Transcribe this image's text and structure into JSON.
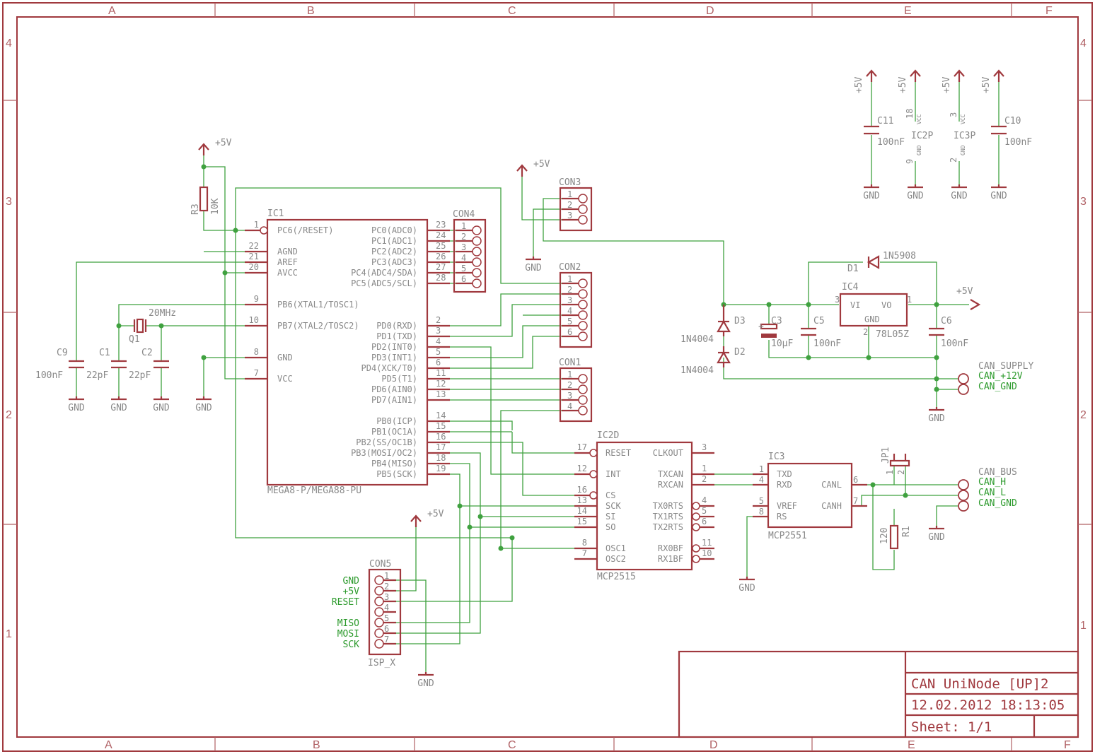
{
  "sheet": {
    "col_labels": [
      "A",
      "B",
      "C",
      "D",
      "E",
      "F"
    ],
    "row_labels": [
      "4",
      "3",
      "2",
      "1"
    ]
  },
  "title_block": {
    "title": "CAN UniNode [UP]2",
    "date": "12.02.2012 18:13:05",
    "sheet_label": "Sheet:",
    "sheet_value": "1/1"
  },
  "ic1": {
    "name": "IC1",
    "value": "MEGA8-P/MEGA88-PU",
    "left_pins": [
      {
        "num": "1",
        "label": "PC6(/RESET)"
      },
      {
        "num": "22",
        "label": "AGND"
      },
      {
        "num": "21",
        "label": "AREF"
      },
      {
        "num": "20",
        "label": "AVCC"
      },
      {
        "num": "9",
        "label": "PB6(XTAL1/TOSC1)"
      },
      {
        "num": "10",
        "label": "PB7(XTAL2/TOSC2)"
      },
      {
        "num": "8",
        "label": "GND"
      },
      {
        "num": "7",
        "label": "VCC"
      }
    ],
    "right_pins": [
      {
        "num": "23",
        "label": "PC0(ADC0)"
      },
      {
        "num": "24",
        "label": "PC1(ADC1)"
      },
      {
        "num": "25",
        "label": "PC2(ADC2)"
      },
      {
        "num": "26",
        "label": "PC3(ADC3)"
      },
      {
        "num": "27",
        "label": "PC4(ADC4/SDA)"
      },
      {
        "num": "28",
        "label": "PC5(ADC5/SCL)"
      },
      {
        "num": "2",
        "label": "PD0(RXD)"
      },
      {
        "num": "3",
        "label": "PD1(TXD)"
      },
      {
        "num": "4",
        "label": "PD2(INT0)"
      },
      {
        "num": "5",
        "label": "PD3(INT1)"
      },
      {
        "num": "6",
        "label": "PD4(XCK/T0)"
      },
      {
        "num": "11",
        "label": "PD5(T1)"
      },
      {
        "num": "12",
        "label": "PD6(AIN0)"
      },
      {
        "num": "13",
        "label": "PD7(AIN1)"
      },
      {
        "num": "14",
        "label": "PB0(ICP)"
      },
      {
        "num": "15",
        "label": "PB1(OC1A)"
      },
      {
        "num": "16",
        "label": "PB2(SS/OC1B)"
      },
      {
        "num": "17",
        "label": "PB3(MOSI/OC2)"
      },
      {
        "num": "18",
        "label": "PB4(MISO)"
      },
      {
        "num": "19",
        "label": "PB5(SCK)"
      }
    ]
  },
  "ic2": {
    "name": "IC2D",
    "value": "MCP2515",
    "left_pins": [
      {
        "num": "17",
        "label": "RESET"
      },
      {
        "num": "12",
        "label": "INT"
      },
      {
        "num": "16",
        "label": "CS"
      },
      {
        "num": "13",
        "label": "SCK"
      },
      {
        "num": "14",
        "label": "SI"
      },
      {
        "num": "15",
        "label": "SO"
      },
      {
        "num": "8",
        "label": "OSC1"
      },
      {
        "num": "7",
        "label": "OSC2"
      }
    ],
    "right_pins": [
      {
        "num": "3",
        "label": "CLKOUT"
      },
      {
        "num": "1",
        "label": "TXCAN"
      },
      {
        "num": "2",
        "label": "RXCAN"
      },
      {
        "num": "4",
        "label": "TX0RTS"
      },
      {
        "num": "5",
        "label": "TX1RTS"
      },
      {
        "num": "6",
        "label": "TX2RTS"
      },
      {
        "num": "11",
        "label": "RX0BF"
      },
      {
        "num": "10",
        "label": "RX1BF"
      }
    ]
  },
  "ic3": {
    "name": "IC3",
    "value": "MCP2551",
    "left_pins": [
      {
        "num": "1",
        "label": "TXD"
      },
      {
        "num": "4",
        "label": "RXD"
      },
      {
        "num": "5",
        "label": "VREF"
      },
      {
        "num": "8",
        "label": "RS"
      }
    ],
    "right_pins": [
      {
        "num": "6",
        "label": "CANL"
      },
      {
        "num": "7",
        "label": "CANH"
      }
    ]
  },
  "ic4": {
    "name": "IC4",
    "value": "78L05Z",
    "vi": "VI",
    "vo": "VO",
    "gnd": "GND",
    "pin_vi": "3",
    "pin_vo": "1",
    "pin_gnd": "2"
  },
  "power_parts": {
    "ic2p": {
      "name": "IC2P",
      "vcc_pin": "18",
      "gnd_pin": "9",
      "vcc": "VCC",
      "gnd": "GND"
    },
    "ic3p": {
      "name": "IC3P",
      "vcc_pin": "3",
      "gnd_pin": "2",
      "vcc": "VCC",
      "gnd": "GND"
    }
  },
  "connectors": {
    "con1": {
      "name": "CON1",
      "pins": [
        "1",
        "2",
        "3",
        "4"
      ]
    },
    "con2": {
      "name": "CON2",
      "pins": [
        "1",
        "2",
        "3",
        "4",
        "5",
        "6"
      ]
    },
    "con3": {
      "name": "CON3",
      "pins": [
        "1",
        "2",
        "3"
      ]
    },
    "con4": {
      "name": "CON4",
      "pins": [
        "1",
        "2",
        "3",
        "4",
        "5",
        "6"
      ]
    },
    "con5": {
      "name": "CON5",
      "value": "ISP_X",
      "pins": [
        "1",
        "2",
        "3",
        "4",
        "5",
        "6",
        "7"
      ],
      "signals": [
        "GND",
        "+5V",
        "RESET",
        "",
        "MISO",
        "MOSI",
        "SCK"
      ]
    }
  },
  "passives": {
    "c1": {
      "name": "C1",
      "value": "22pF"
    },
    "c2": {
      "name": "C2",
      "value": "22pF"
    },
    "c3": {
      "name": "C3",
      "value": "10µF"
    },
    "c5": {
      "name": "C5",
      "value": "100nF"
    },
    "c6": {
      "name": "C6",
      "value": "100nF"
    },
    "c9": {
      "name": "C9",
      "value": "100nF"
    },
    "c10": {
      "name": "C10",
      "value": "100nF"
    },
    "c11": {
      "name": "C11",
      "value": "100nF"
    },
    "r1": {
      "name": "R1",
      "value": "120"
    },
    "r3": {
      "name": "R3",
      "value": "10K"
    },
    "q1": {
      "name": "Q1",
      "value": "20MHz"
    },
    "d1": {
      "name": "D1",
      "value": "1N5908"
    },
    "d2": {
      "name": "D2",
      "value": "1N4004"
    },
    "d3": {
      "name": "D3",
      "value": "1N4004"
    },
    "jp1": {
      "name": "JP1",
      "pins": [
        "1",
        "2"
      ]
    }
  },
  "supply_labels": {
    "p5v": "+5V",
    "gnd": "GND",
    "vcc": "VCC"
  },
  "net_labels": {
    "can_supply": "CAN_SUPPLY",
    "can_12v": "CAN_+12V",
    "can_gnd1": "CAN_GND",
    "can_bus": "CAN_BUS",
    "can_h": "CAN_H",
    "can_l": "CAN_L",
    "can_gnd2": "CAN_GND"
  }
}
